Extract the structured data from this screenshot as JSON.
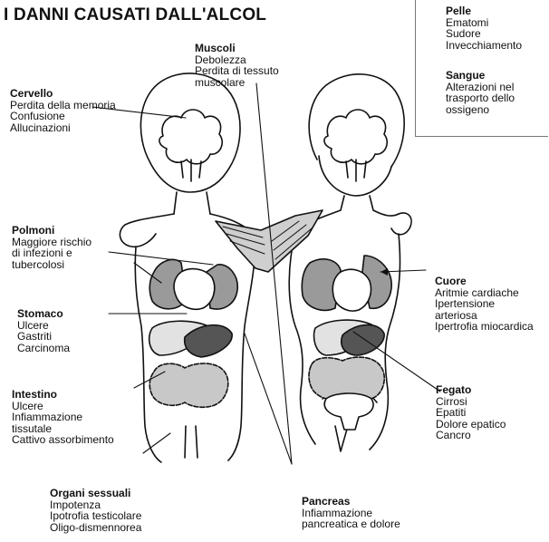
{
  "title": "I DANNI CAUSATI DALL'ALCOL",
  "labels": {
    "pelle": {
      "heading": "Pelle",
      "items": [
        "Ematomi",
        "Sudore",
        "Invecchiamento"
      ]
    },
    "sangue": {
      "heading": "Sangue",
      "items": [
        "Alterazioni nel",
        "trasporto dello",
        "ossigeno"
      ]
    },
    "muscoli": {
      "heading": "Muscoli",
      "items": [
        "Debolezza",
        "Perdita di tessuto",
        "muscolare"
      ]
    },
    "cervello": {
      "heading": "Cervello",
      "items": [
        "Perdita della memoria",
        "Confusione",
        "Allucinazioni"
      ]
    },
    "polmoni": {
      "heading": "Polmoni",
      "items": [
        "Maggiore rischio",
        "di infezioni e",
        "tubercolosi"
      ]
    },
    "stomaco": {
      "heading": "Stomaco",
      "items": [
        "Ulcere",
        "Gastriti",
        "Carcinoma"
      ]
    },
    "intestino": {
      "heading": "Intestino",
      "items": [
        "Ulcere",
        "Infiammazione",
        "tissutale",
        "Cattivo assorbimento"
      ]
    },
    "organi": {
      "heading": "Organi sessuali",
      "items": [
        "Impotenza",
        "Ipotrofia testicolare",
        "Oligo-dismennorea"
      ]
    },
    "pancreas": {
      "heading": "Pancreas",
      "items": [
        "Infiammazione",
        "pancreatica e dolore"
      ]
    },
    "cuore": {
      "heading": "Cuore",
      "items": [
        "Aritmie cardiache",
        "Ipertensione",
        "arteriosa",
        "Ipertrofia miocardica"
      ]
    },
    "fegato": {
      "heading": "Fegato",
      "items": [
        "Cirrosi",
        "Epatiti",
        "Dolore epatico",
        "Cancro"
      ]
    }
  },
  "colors": {
    "ink": "#111111",
    "organ_dark": "#555555",
    "organ_mid": "#9a9a9a",
    "organ_light": "#c8c8c8",
    "box_border": "#777777"
  }
}
